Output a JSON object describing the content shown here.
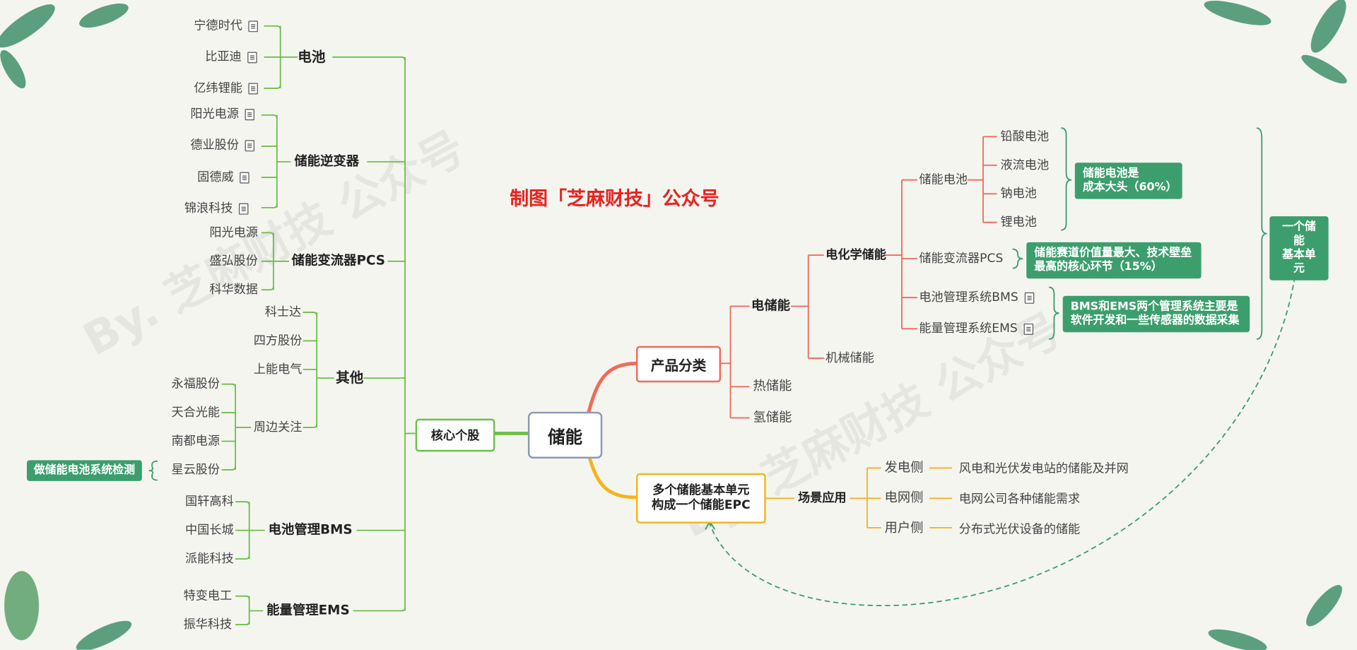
{
  "header": {
    "title": "制图「芝麻财技」公众号"
  },
  "watermark": {
    "text": "By. 芝麻财技 公众号"
  },
  "center": {
    "label": "储能"
  },
  "left": {
    "hub": "核心个股",
    "battery": {
      "label": "电池",
      "items": [
        "宁德时代",
        "比亚迪",
        "亿纬锂能"
      ]
    },
    "inverter": {
      "label": "储能逆变器",
      "items": [
        "阳光电源",
        "德业股份",
        "固德威",
        "锦浪科技"
      ]
    },
    "pcs": {
      "label": "储能变流器PCS",
      "items": [
        "阳光电源",
        "盛弘股份",
        "科华数据"
      ]
    },
    "other": {
      "label": "其他",
      "items": [
        "科士达",
        "四方股份",
        "上能电气"
      ],
      "periph_label": "周边关注",
      "periph_items": [
        "永福股份",
        "天合光能",
        "南都电源",
        "星云股份"
      ]
    },
    "detect_note": "做储能电池系统检测",
    "bms": {
      "label": "电池管理BMS",
      "items": [
        "国轩高科",
        "中国长城",
        "派能科技"
      ]
    },
    "ems": {
      "label": "能量管理EMS",
      "items": [
        "特变电工",
        "振华科技"
      ]
    }
  },
  "right": {
    "product": "产品分类",
    "elec": "电储能",
    "chem": "电化学储能",
    "chem_items": {
      "battery": "储能电池",
      "pcs": "储能变流器PCS",
      "bms": "电池管理系统BMS",
      "ems": "能量管理系统EMS"
    },
    "cells": [
      "铅酸电池",
      "液流电池",
      "钠电池",
      "锂电池"
    ],
    "mech": "机械储能",
    "heat": "热储能",
    "hydrogen": "氢储能",
    "note_cost": "储能电池是\n成本大头（60%）",
    "note_pcs": "储能赛道价值量最大、技术壁垒\n最高的核心环节（15%）",
    "note_bms": "BMS和EMS两个管理系统主要是\n软件开发和一些传感器的数据采集",
    "note_unit": "一个储能\n基本单元",
    "epc": "多个储能基本单元\n构成一个储能EPC",
    "scene": "场景应用",
    "scenes": [
      {
        "label": "发电侧",
        "desc": "风电和光伏发电站的储能及并网"
      },
      {
        "label": "电网侧",
        "desc": "电网公司各种储能需求"
      },
      {
        "label": "用户侧",
        "desc": "分布式光伏设备的储能"
      }
    ]
  },
  "colors": {
    "green": "#6cc04a",
    "red": "#ef6b5a",
    "yellow": "#f4b41f",
    "note": "#3c9e6d",
    "title": "#e8231f"
  }
}
